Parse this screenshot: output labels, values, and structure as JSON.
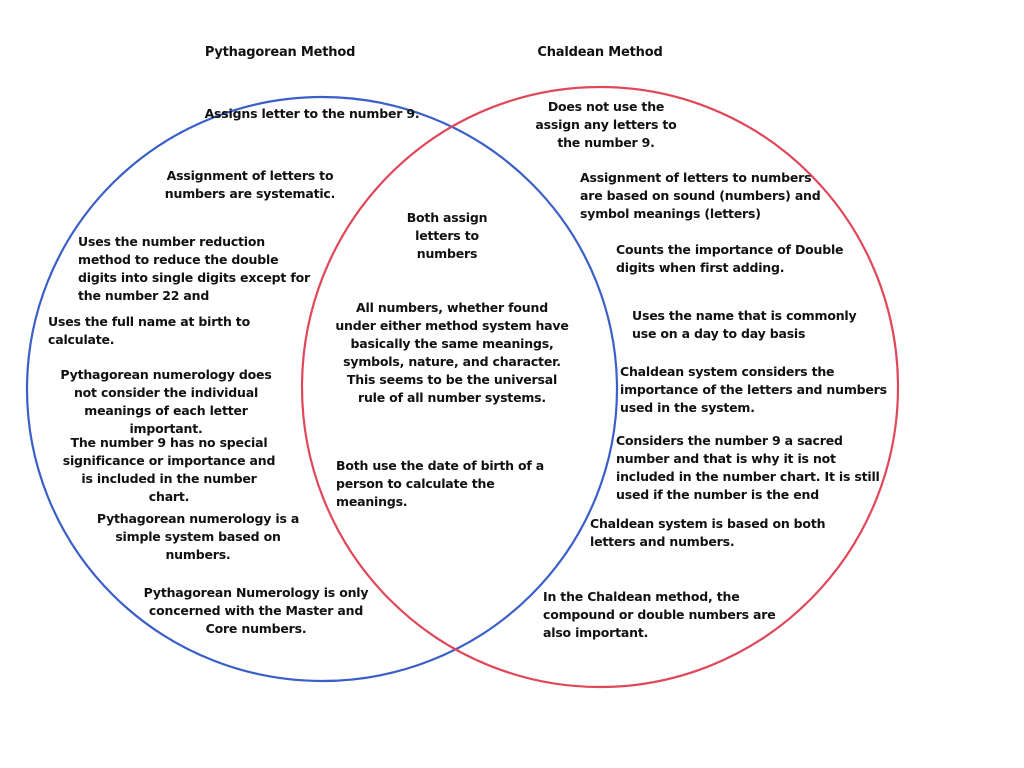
{
  "diagram": {
    "type": "venn",
    "colors": {
      "left_circle": "#3a5fc8",
      "right_circle": "#e0485a"
    },
    "left": {
      "title": "Pythagorean Method",
      "items": [
        "Assigns letter to the number 9.",
        "Assignment of letters to numbers are systematic.",
        "Uses the number reduction method to reduce the double digits into single digits except for the number 22 and",
        "Uses the full name at birth to calculate.",
        "Pythagorean numerology does not consider the individual meanings of each letter important.",
        "The number 9 has no special significance or importance and is included in the number chart.",
        "Pythagorean numerology is a simple system based on numbers.",
        "Pythagorean Numerology is only concerned with the Master and Core numbers."
      ]
    },
    "right": {
      "title": "Chaldean Method",
      "items": [
        "Does not use the assign any letters to the number 9.",
        "Assignment of letters to numbers are based on sound (numbers) and symbol meanings (letters)",
        "Counts the importance of Double digits when first adding.",
        "Uses the name that is commonly use on a day to day basis",
        "Chaldean system considers the importance of the letters and numbers used in the system.",
        "Considers the number 9 a sacred number and that is why it is not included in the number chart. It is still used if the number is the end",
        "Chaldean system is based on both letters and numbers.",
        "In the Chaldean method, the compound or double numbers are also important."
      ]
    },
    "both": {
      "items": [
        "Both assign letters to numbers",
        "All numbers, whether found under either method system have basically the same meanings, symbols, nature, and character. This seems to be the universal rule of all number systems.",
        "Both use the date of birth of a person to calculate the meanings."
      ]
    }
  }
}
